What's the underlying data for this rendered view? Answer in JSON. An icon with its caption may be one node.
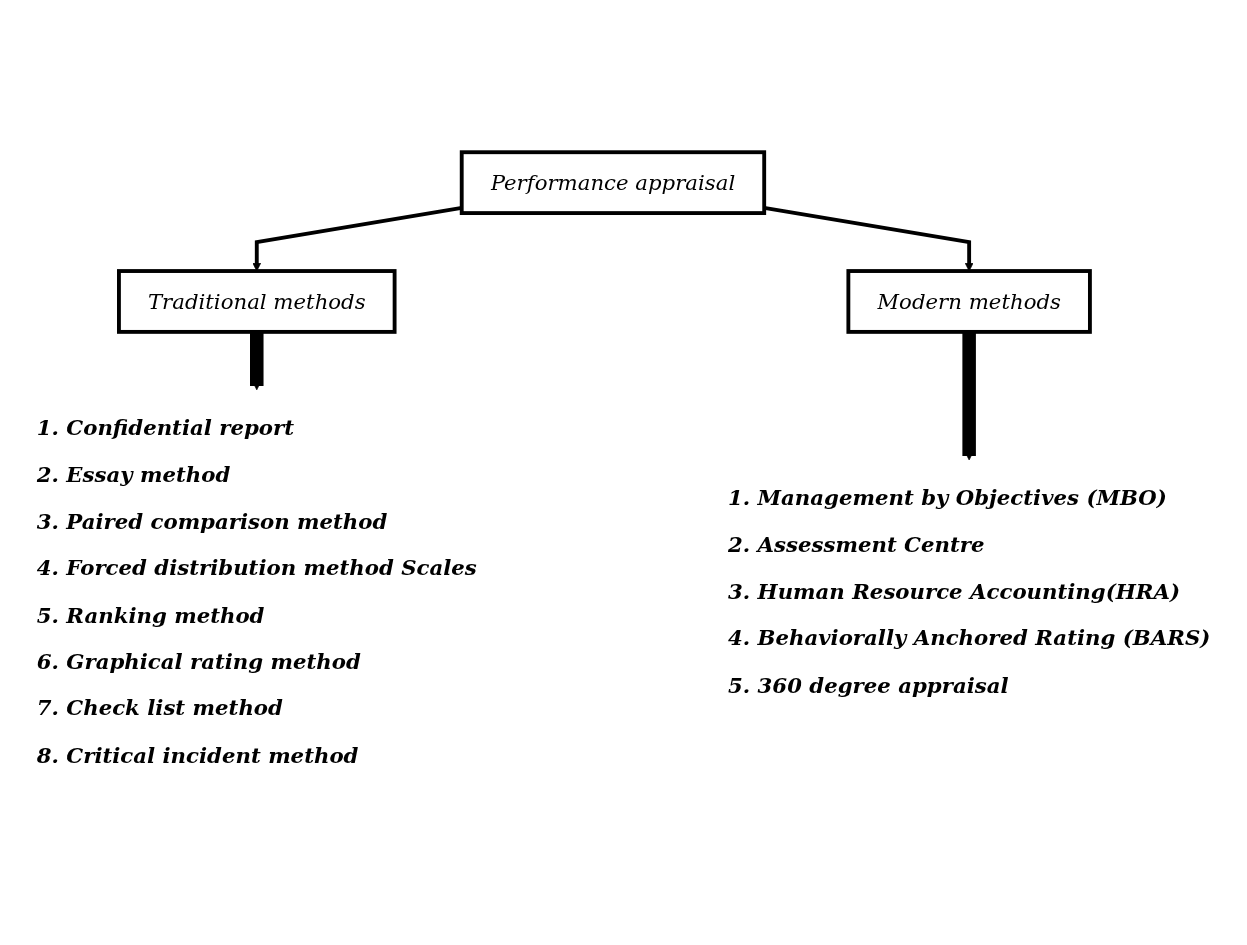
{
  "diagram": {
    "nodes": [
      {
        "text": [
          "Performance appraisal"
        ]
      },
      {
        "text": [
          "Traditional methods"
        ]
      },
      {
        "text": [
          "Modern methods"
        ]
      },
      {
        "text": [
          "1. Confidential report",
          "2. Essay method",
          "3. Paired comparison method",
          "4. Forced distribution method Scales",
          "5. Ranking method",
          "6. Graphical rating method",
          "7. Check list method",
          "8. Critical incident method"
        ]
      },
      {
        "text": [
          "1. Management by Objectives (MBO)",
          "2. Assessment Centre",
          "3. Human Resource Accounting(HRA)",
          "4. Behaviorally Anchored Rating (BARS)",
          "5. 360 degree appraisal"
        ]
      }
    ],
    "edges": [
      {
        "from": 0,
        "to": 1,
        "arrow": "to"
      },
      {
        "from": 0,
        "to": 2,
        "arrow": "to"
      },
      {
        "from": 1,
        "to": 3,
        "arrow": "to",
        "style": "thick"
      },
      {
        "from": 2,
        "to": 4,
        "arrow": "to",
        "style": "thick"
      }
    ]
  }
}
